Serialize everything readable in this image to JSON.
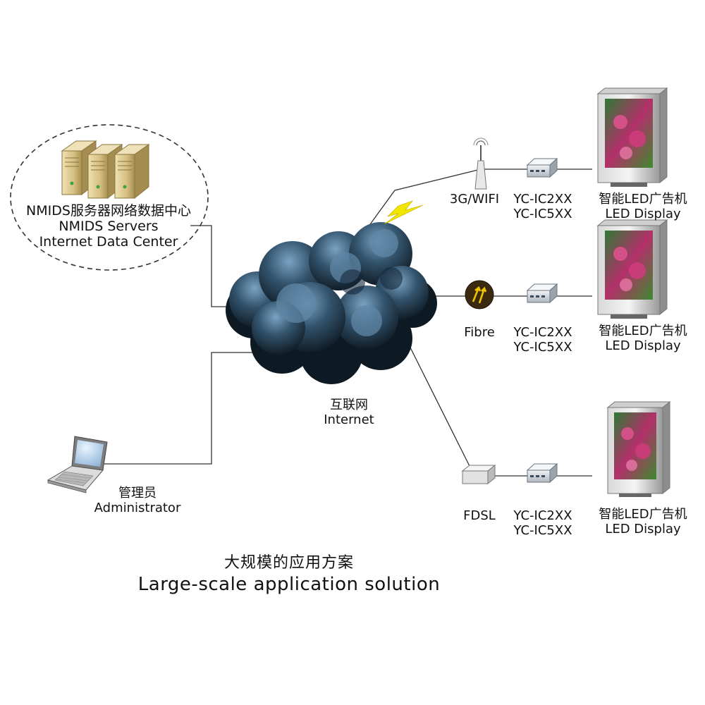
{
  "data_center": {
    "label_zh": "NMIDS服务器网络数据中心",
    "label_en_1": "NMIDS Servers",
    "label_en_2": "Internet Data Center"
  },
  "internet": {
    "label_zh": "互联网",
    "label_en": "Internet"
  },
  "administrator": {
    "label_zh": "管理员",
    "label_en": "Administrator"
  },
  "branches": [
    {
      "link_label": "3G/WIFI",
      "device_line_1": "YC-IC2XX",
      "device_line_2": "YC-IC5XX",
      "display_zh": "智能LED广告机",
      "display_en": "LED Display"
    },
    {
      "link_label": "Fibre",
      "device_line_1": "YC-IC2XX",
      "device_line_2": "YC-IC5XX",
      "display_zh": "智能LED广告机",
      "display_en": "LED Display"
    },
    {
      "link_label": "FDSL",
      "device_line_1": "YC-IC2XX",
      "device_line_2": "YC-IC5XX",
      "display_zh": "智能LED广告机",
      "display_en": "LED Display"
    }
  ],
  "caption": {
    "title_zh": "大规模的应用方案",
    "title_en": "Large-scale application solution"
  },
  "colors": {
    "cloud_top": "#6f96b5",
    "cloud_bottom": "#0d1a24",
    "lightning": "#f2e600",
    "server_beige": "#d9c48a",
    "fibre_icon": "#3a2a10",
    "line": "#333333"
  },
  "icons": [
    "server-tower-icon",
    "cloud-icon",
    "lightning-icon",
    "wifi-antenna-icon",
    "fibre-icon",
    "modem-icon",
    "controller-box-icon",
    "led-display-icon",
    "laptop-icon"
  ]
}
